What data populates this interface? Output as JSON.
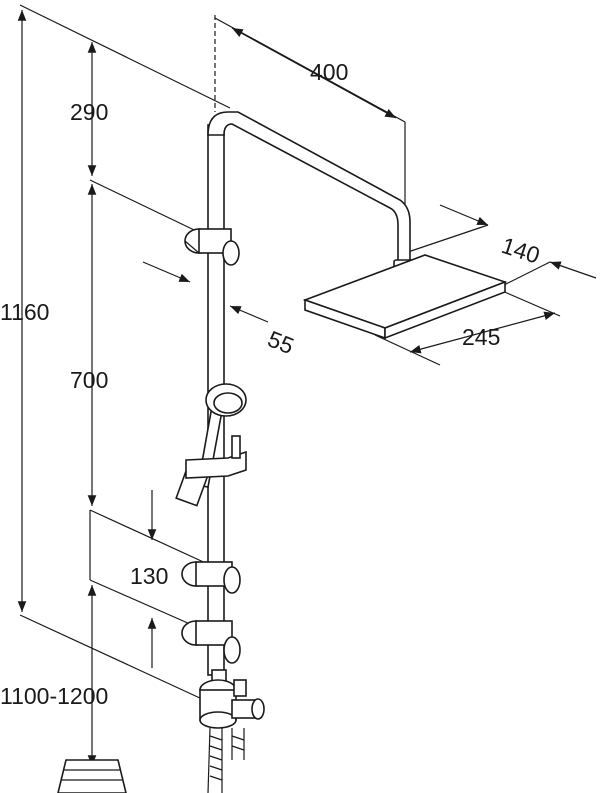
{
  "dimensions": {
    "arm_reach": "400",
    "head_depth": "140",
    "head_width": "245",
    "rail_offset": "55",
    "top_to_holder": "290",
    "holder_span": "700",
    "total_height": "1160",
    "slider_spacing": "130",
    "mount_height": "1100-1200"
  }
}
